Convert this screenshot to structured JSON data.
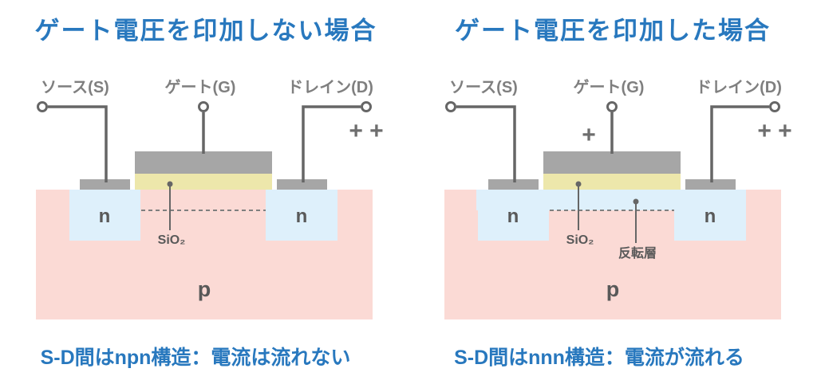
{
  "colors": {
    "blue": "#2878be",
    "label-gray": "#7f7f7f",
    "wire-gray": "#666666",
    "dark-gray": "#595959",
    "metal-gray": "#a6a6a6",
    "oxide-yellow": "#ede7ab",
    "substrate-pink": "#fbdad5",
    "nwell-blue": "#def0fb",
    "plus-gray": "#6e6e6e"
  },
  "panels": [
    {
      "title": "ゲート電圧を印加しない場合",
      "source_label": "ソース(S)",
      "gate_label": "ゲート(G)",
      "drain_label": "ドレイン(D)",
      "drain_plus": "+ +",
      "n_left": "n",
      "n_right": "n",
      "p_label": "p",
      "sio2_label": "SiO₂",
      "caption": "S-D間はnpn構造：電流は流れない"
    },
    {
      "title": "ゲート電圧を印加した場合",
      "source_label": "ソース(S)",
      "gate_label": "ゲート(G)",
      "drain_label": "ドレイン(D)",
      "gate_plus": "+",
      "drain_plus": "+ +",
      "n_left": "n",
      "n_right": "n",
      "p_label": "p",
      "sio2_label": "SiO₂",
      "inversion_label": "反転層",
      "caption": "S-D間はnnn構造：電流が流れる"
    }
  ]
}
